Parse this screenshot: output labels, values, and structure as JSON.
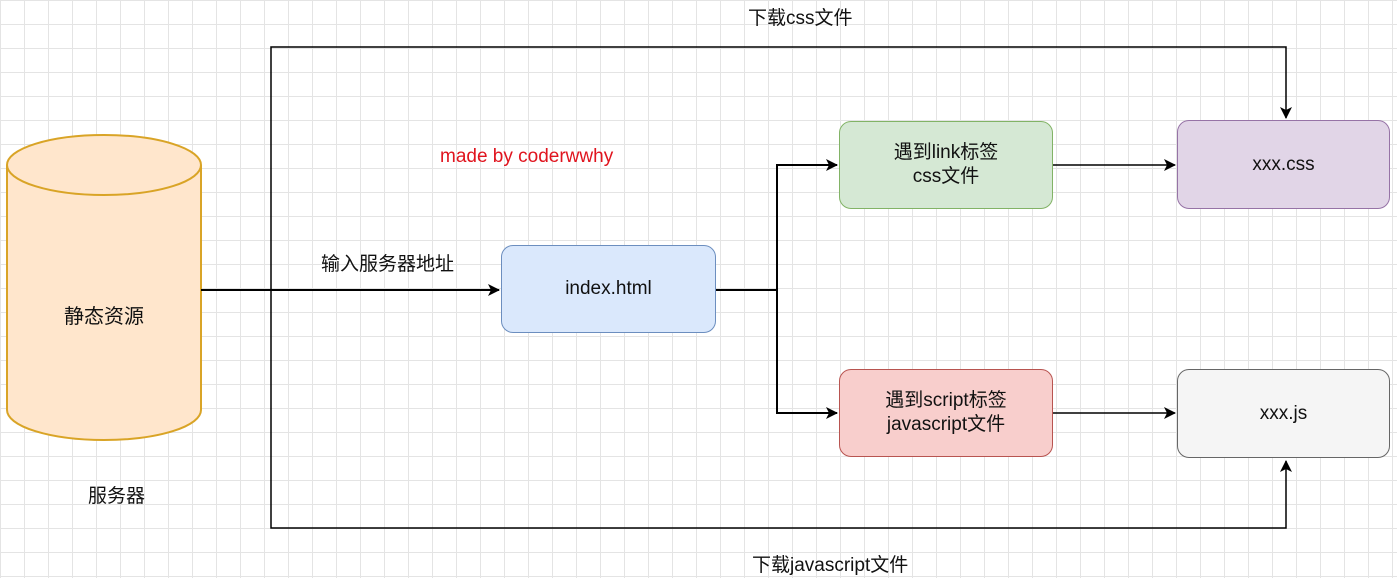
{
  "labels": {
    "download_css": "下载css文件",
    "download_js": "下载javascript文件",
    "made_by": "made by coderwwhy",
    "input_address": "输入服务器地址",
    "server": "服务器"
  },
  "nodes": {
    "static_resources": "静态资源",
    "index_html": "index.html",
    "link_tag": [
      "遇到link标签",
      "css文件"
    ],
    "script_tag": [
      "遇到script标签",
      "javascript文件"
    ],
    "css_file": "xxx.css",
    "js_file": "xxx.js"
  },
  "colors": {
    "cylinder_fill": "#ffe6cc",
    "cylinder_stroke": "#d9a426",
    "index_fill": "#dae8fc",
    "index_stroke": "#6c8ebf",
    "link_fill": "#d5e8d4",
    "link_stroke": "#82b366",
    "script_fill": "#f8cecc",
    "script_stroke": "#b85450",
    "css_fill": "#e1d5e7",
    "css_stroke": "#9673a6",
    "js_fill": "#f5f5f5",
    "js_stroke": "#666666",
    "watermark": "#e0141e",
    "edge": "#000000"
  }
}
